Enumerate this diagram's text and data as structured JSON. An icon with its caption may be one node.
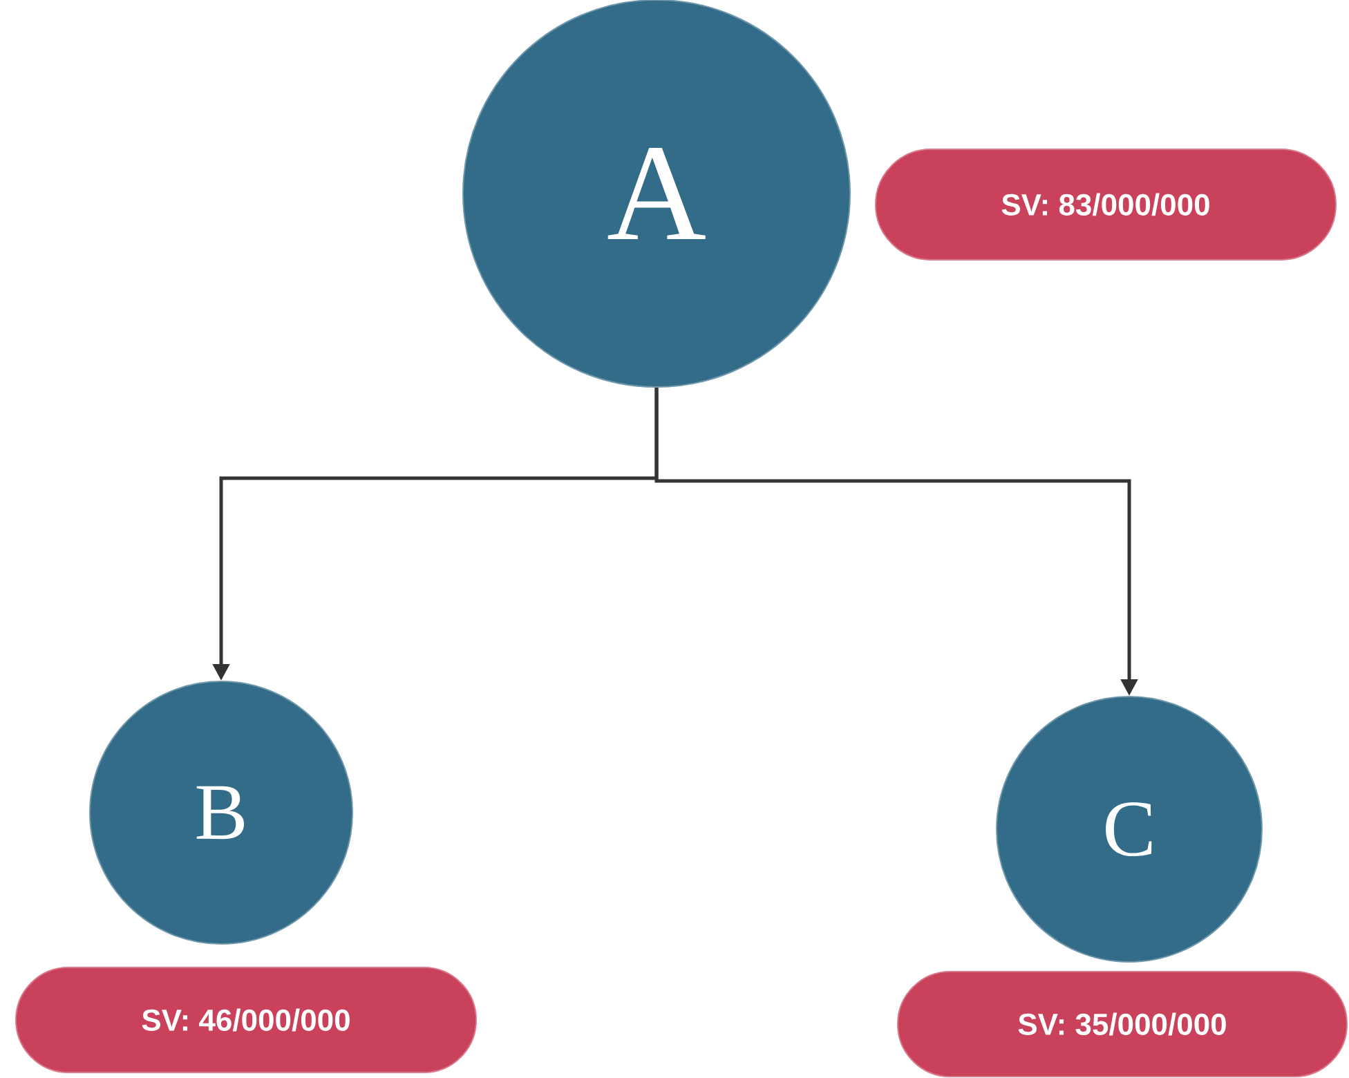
{
  "diagram": {
    "nodes": [
      {
        "text": [
          "A"
        ]
      },
      {
        "text": [
          "SV: 83/000/000"
        ]
      },
      {
        "text": [
          "B"
        ]
      },
      {
        "text": [
          "C"
        ]
      },
      {
        "text": [
          "SV: 46/000/000"
        ]
      },
      {
        "text": [
          "SV: 35/000/000"
        ]
      }
    ],
    "edges": [
      {
        "from": 0,
        "to": 2,
        "arrow": "to"
      },
      {
        "from": 0,
        "to": 3,
        "arrow": "to"
      }
    ]
  }
}
